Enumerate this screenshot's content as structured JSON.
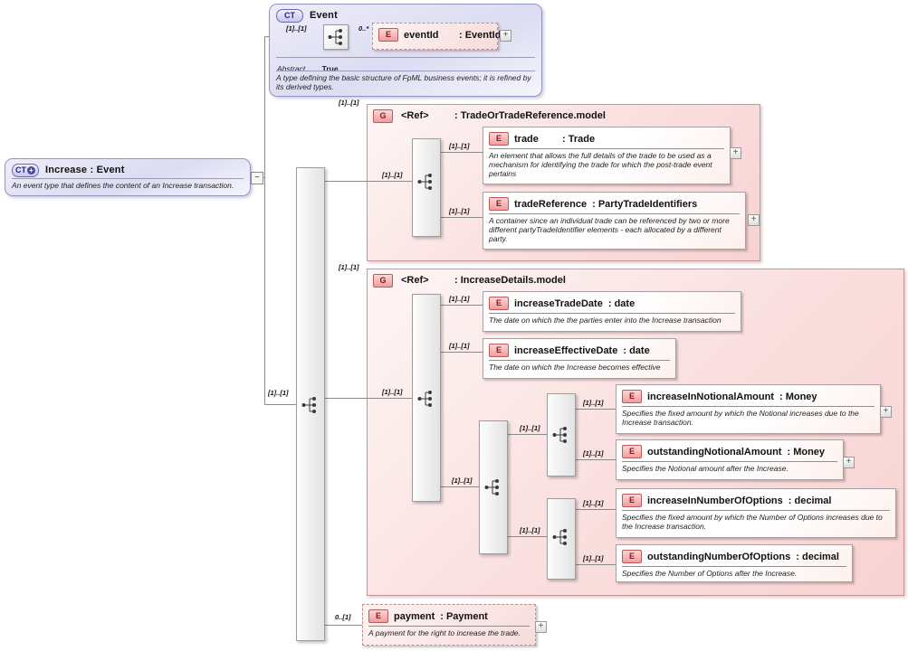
{
  "icons": {
    "expand_glyph": "+",
    "collapse_glyph": "−"
  },
  "increase": {
    "badge": "CT",
    "badge_plus": "+",
    "title": "Increase : Event",
    "description": "An event type that defines the content of an Increase transaction."
  },
  "event": {
    "badge": "CT",
    "title": "Event",
    "sequence_cardinality": "[1]..[1]",
    "abstract_label": "Abstract",
    "abstract_value": "True",
    "description": "A type defining the basic structure of FpML business events; it is refined by its derived types.",
    "event_id": {
      "badge": "E",
      "cardinality": "0..*",
      "name": "eventId",
      "type": ": EventId"
    }
  },
  "content_model": {
    "cardinality": "[1]..[1]"
  },
  "trade_group": {
    "badge": "G",
    "ref": "<Ref>",
    "type": ": TradeOrTradeReference.model",
    "cardinality": "[1]..[1]",
    "choice_cardinality": "[1]..[1]",
    "trade": {
      "badge": "E",
      "cardinality": "[1]..[1]",
      "name": "trade",
      "type": ": Trade",
      "description": "An element that allows the full details of the trade to be used as a mechanism for identifying the trade for which the post-trade event pertains"
    },
    "trade_reference": {
      "badge": "E",
      "cardinality": "[1]..[1]",
      "name": "tradeReference",
      "type": ": PartyTradeIdentifiers",
      "description": "A container since an individual trade can be referenced by two or more different partyTradeIdentifier elements - each allocated by a different party."
    }
  },
  "increase_group": {
    "badge": "G",
    "ref": "<Ref>",
    "type": ": IncreaseDetails.model",
    "cardinality": "[1]..[1]",
    "sequence_cardinality": "[1]..[1]",
    "amounts_sequence_cardinality": "[1]..[1]",
    "notional_sequence_cardinality": "[1]..[1]",
    "options_sequence_cardinality": "[1]..[1]",
    "increase_trade_date": {
      "badge": "E",
      "cardinality": "[1]..[1]",
      "name": "increaseTradeDate",
      "type": ": date",
      "description": "The date on which the the parties enter into the Increase transaction"
    },
    "increase_effective_date": {
      "badge": "E",
      "cardinality": "[1]..[1]",
      "name": "increaseEffectiveDate",
      "type": ": date",
      "description": "The date on which the Increase becomes effective"
    },
    "increase_in_notional_amount": {
      "badge": "E",
      "cardinality": "[1]..[1]",
      "name": "increaseInNotionalAmount",
      "type": ": Money",
      "description": "Specifies the fixed amount by which the Notional increases due to the Increase transaction."
    },
    "outstanding_notional_amount": {
      "badge": "E",
      "cardinality": "[1]..[1]",
      "name": "outstandingNotionalAmount",
      "type": ": Money",
      "description": "Specifies the Notional amount after the Increase."
    },
    "increase_in_number_of_options": {
      "badge": "E",
      "cardinality": "[1]..[1]",
      "name": "increaseInNumberOfOptions",
      "type": ": decimal",
      "description": "Specifies the fixed amount by which the Number of Options increases due to the Increase transaction."
    },
    "outstanding_number_of_options": {
      "badge": "E",
      "cardinality": "[1]..[1]",
      "name": "outstandingNumberOfOptions",
      "type": ": decimal",
      "description": "Specifies the Number of Options after the Increase."
    }
  },
  "payment": {
    "badge": "E",
    "cardinality": "0..[1]",
    "name": "payment",
    "type": ": Payment",
    "description": "A payment for the right to increase the trade."
  }
}
